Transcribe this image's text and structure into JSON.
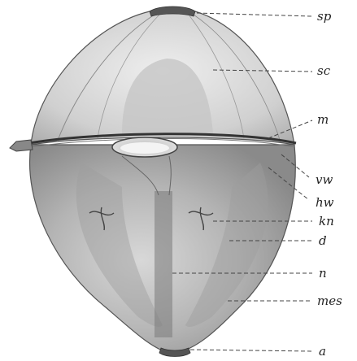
{
  "labels": {
    "sp": "sp",
    "sc": "sc",
    "m": "m",
    "vw": "vw",
    "hw": "hw",
    "kn": "kn",
    "d": "d",
    "n": "n",
    "mes": "mes",
    "a": "a"
  },
  "colors": {
    "ink": "#222222",
    "shade": "#9a9a9a",
    "paper": "#ffffff"
  }
}
